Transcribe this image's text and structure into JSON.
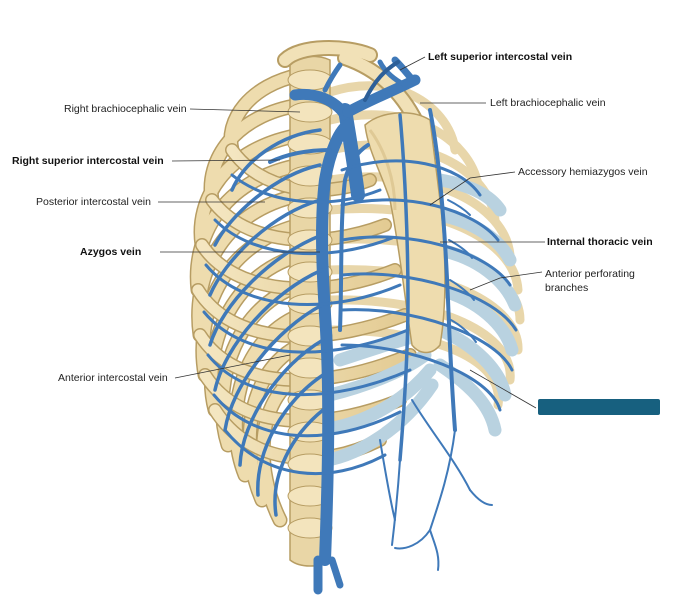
{
  "diagram": {
    "labels": {
      "left_superior_intercostal": "Left superior intercostal vein",
      "right_brachiocephalic": "Right brachiocephalic vein",
      "left_brachiocephalic": "Left brachiocephalic vein",
      "right_superior_intercostal": "Right superior intercostal vein",
      "accessory_hemiazygos": "Accessory hemiazygos vein",
      "posterior_intercostal": "Posterior intercostal vein",
      "azygos": "Azygos vein",
      "internal_thoracic": "Internal thoracic vein",
      "anterior_perforating_1": "Anterior perforating",
      "anterior_perforating_2": "branches",
      "anterior_intercostal": "Anterior intercostal vein"
    },
    "colors": {
      "bone": "#eedcae",
      "bone_outline": "#b79d63",
      "cartilage": "#cfe0ea",
      "vein": "#3f79b9",
      "vein_dark": "#2d5f98",
      "blank_box": "#17607f"
    }
  }
}
